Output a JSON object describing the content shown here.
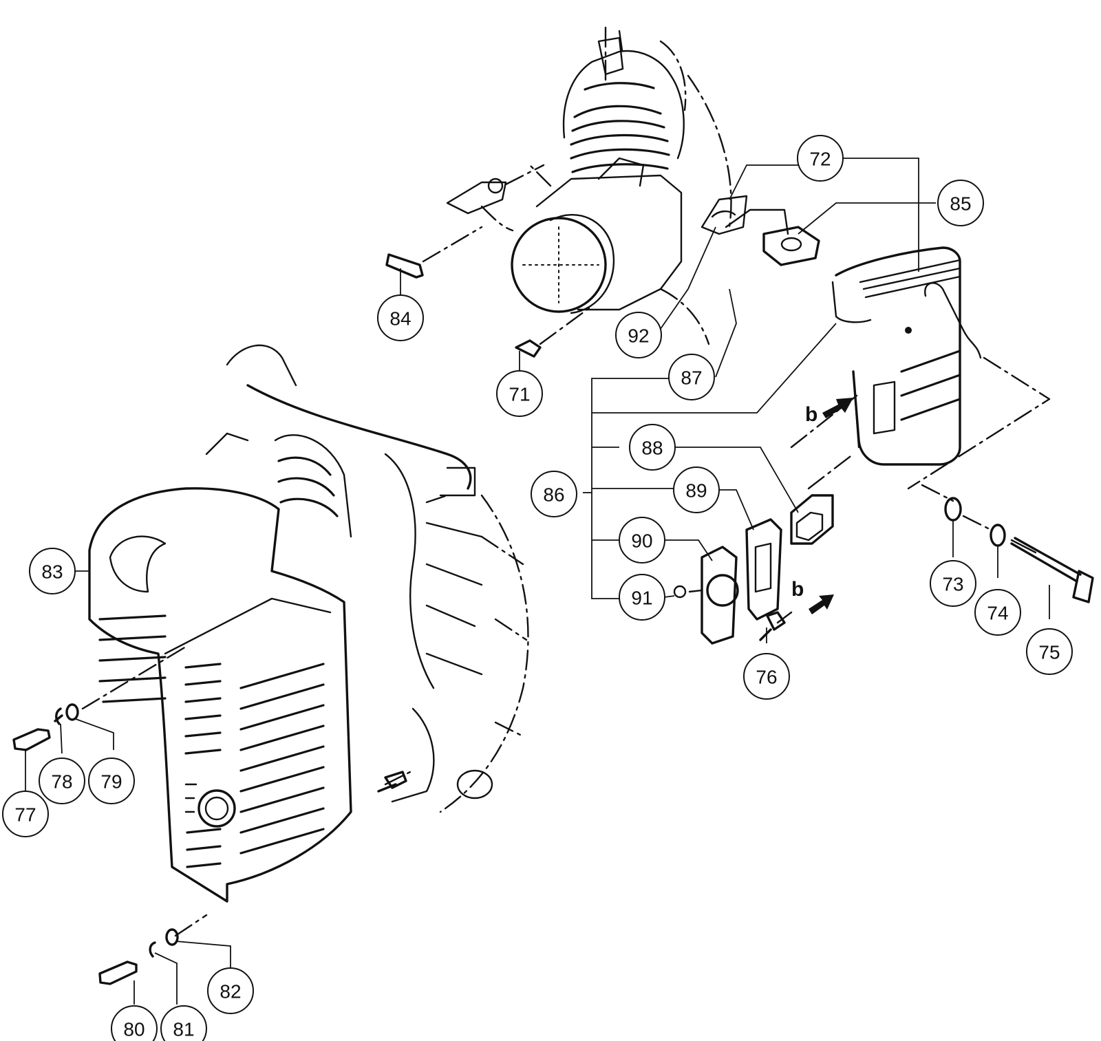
{
  "callouts": [
    {
      "id": "71",
      "label": "71"
    },
    {
      "id": "72",
      "label": "72"
    },
    {
      "id": "73",
      "label": "73"
    },
    {
      "id": "74",
      "label": "74"
    },
    {
      "id": "75",
      "label": "75"
    },
    {
      "id": "76",
      "label": "76"
    },
    {
      "id": "77",
      "label": "77"
    },
    {
      "id": "78",
      "label": "78"
    },
    {
      "id": "79",
      "label": "79"
    },
    {
      "id": "80",
      "label": "80"
    },
    {
      "id": "81",
      "label": "81"
    },
    {
      "id": "82",
      "label": "82"
    },
    {
      "id": "83",
      "label": "83"
    },
    {
      "id": "84",
      "label": "84"
    },
    {
      "id": "85",
      "label": "85"
    },
    {
      "id": "86",
      "label": "86"
    },
    {
      "id": "87",
      "label": "87"
    },
    {
      "id": "88",
      "label": "88"
    },
    {
      "id": "89",
      "label": "89"
    },
    {
      "id": "90",
      "label": "90"
    },
    {
      "id": "91",
      "label": "91"
    },
    {
      "id": "92",
      "label": "92"
    }
  ],
  "view_markers": [
    {
      "id": "b-upper",
      "label": "b"
    },
    {
      "id": "b-lower",
      "label": "b"
    }
  ],
  "colors": {
    "ink": "#111111",
    "paper": "#ffffff"
  }
}
